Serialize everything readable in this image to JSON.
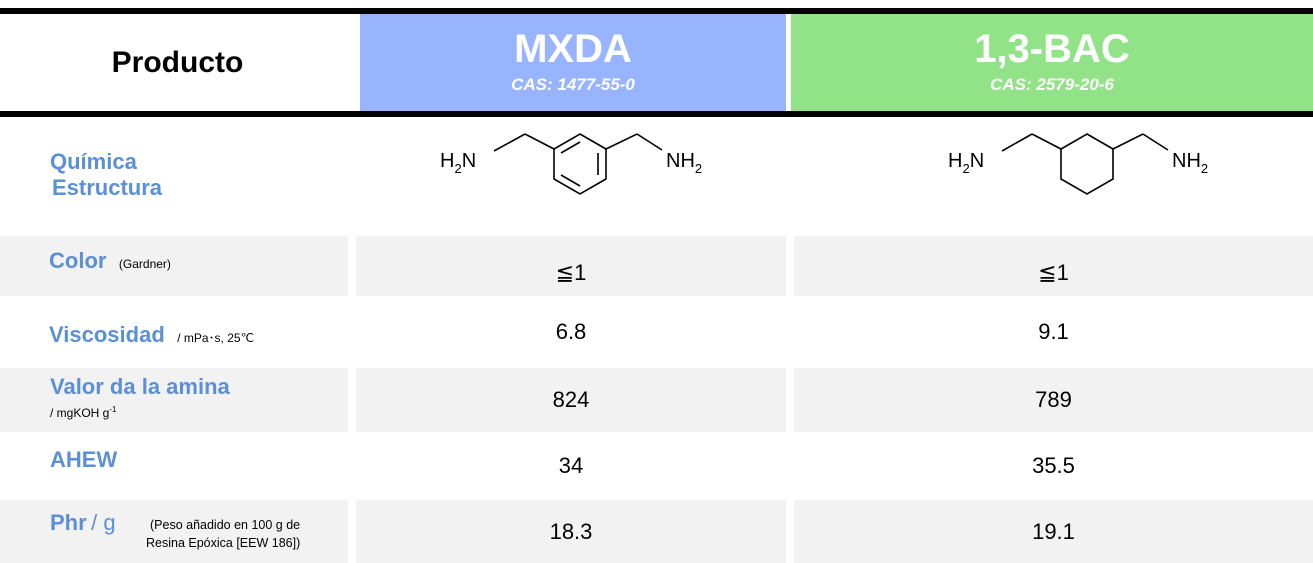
{
  "header": {
    "label": "Producto",
    "products": [
      {
        "name": "MXDA",
        "cas": "CAS: 1477-55-0",
        "color": "#99b4ff"
      },
      {
        "name": "1,3-BAC",
        "cas": "CAS: 2579-20-6",
        "color": "#92e388"
      }
    ]
  },
  "rows": {
    "structure": {
      "label_line1": "Química",
      "label_line2": "Estructura"
    },
    "color": {
      "label": "Color",
      "unit": "(Gardner)",
      "values": [
        "≦1",
        "≦1"
      ]
    },
    "viscosity": {
      "label": "Viscosidad",
      "unit": "/ mPa･s, 25℃",
      "values": [
        "6.8",
        "9.1"
      ]
    },
    "amine": {
      "label": "Valor da la amina",
      "unit": "/ mgKOH g",
      "unit_sup": "-1",
      "values": [
        "824",
        "789"
      ]
    },
    "ahew": {
      "label": "AHEW",
      "values": [
        "34",
        "35.5"
      ]
    },
    "phr": {
      "label": "Phr",
      "label_unit": "/ g",
      "note_line1": "(Peso añadido en 100 g de",
      "note_line2": "Resina Epóxica  [EEW 186])",
      "values": [
        "18.3",
        "19.1"
      ]
    }
  },
  "structures": {
    "left_group": "H",
    "left_sub": "2",
    "left_atom": "N",
    "right_atom": "NH",
    "right_sub": "2"
  },
  "colors": {
    "label_blue": "#5b8fd6",
    "row_shade": "#f2f2f2",
    "rule": "#000000"
  }
}
